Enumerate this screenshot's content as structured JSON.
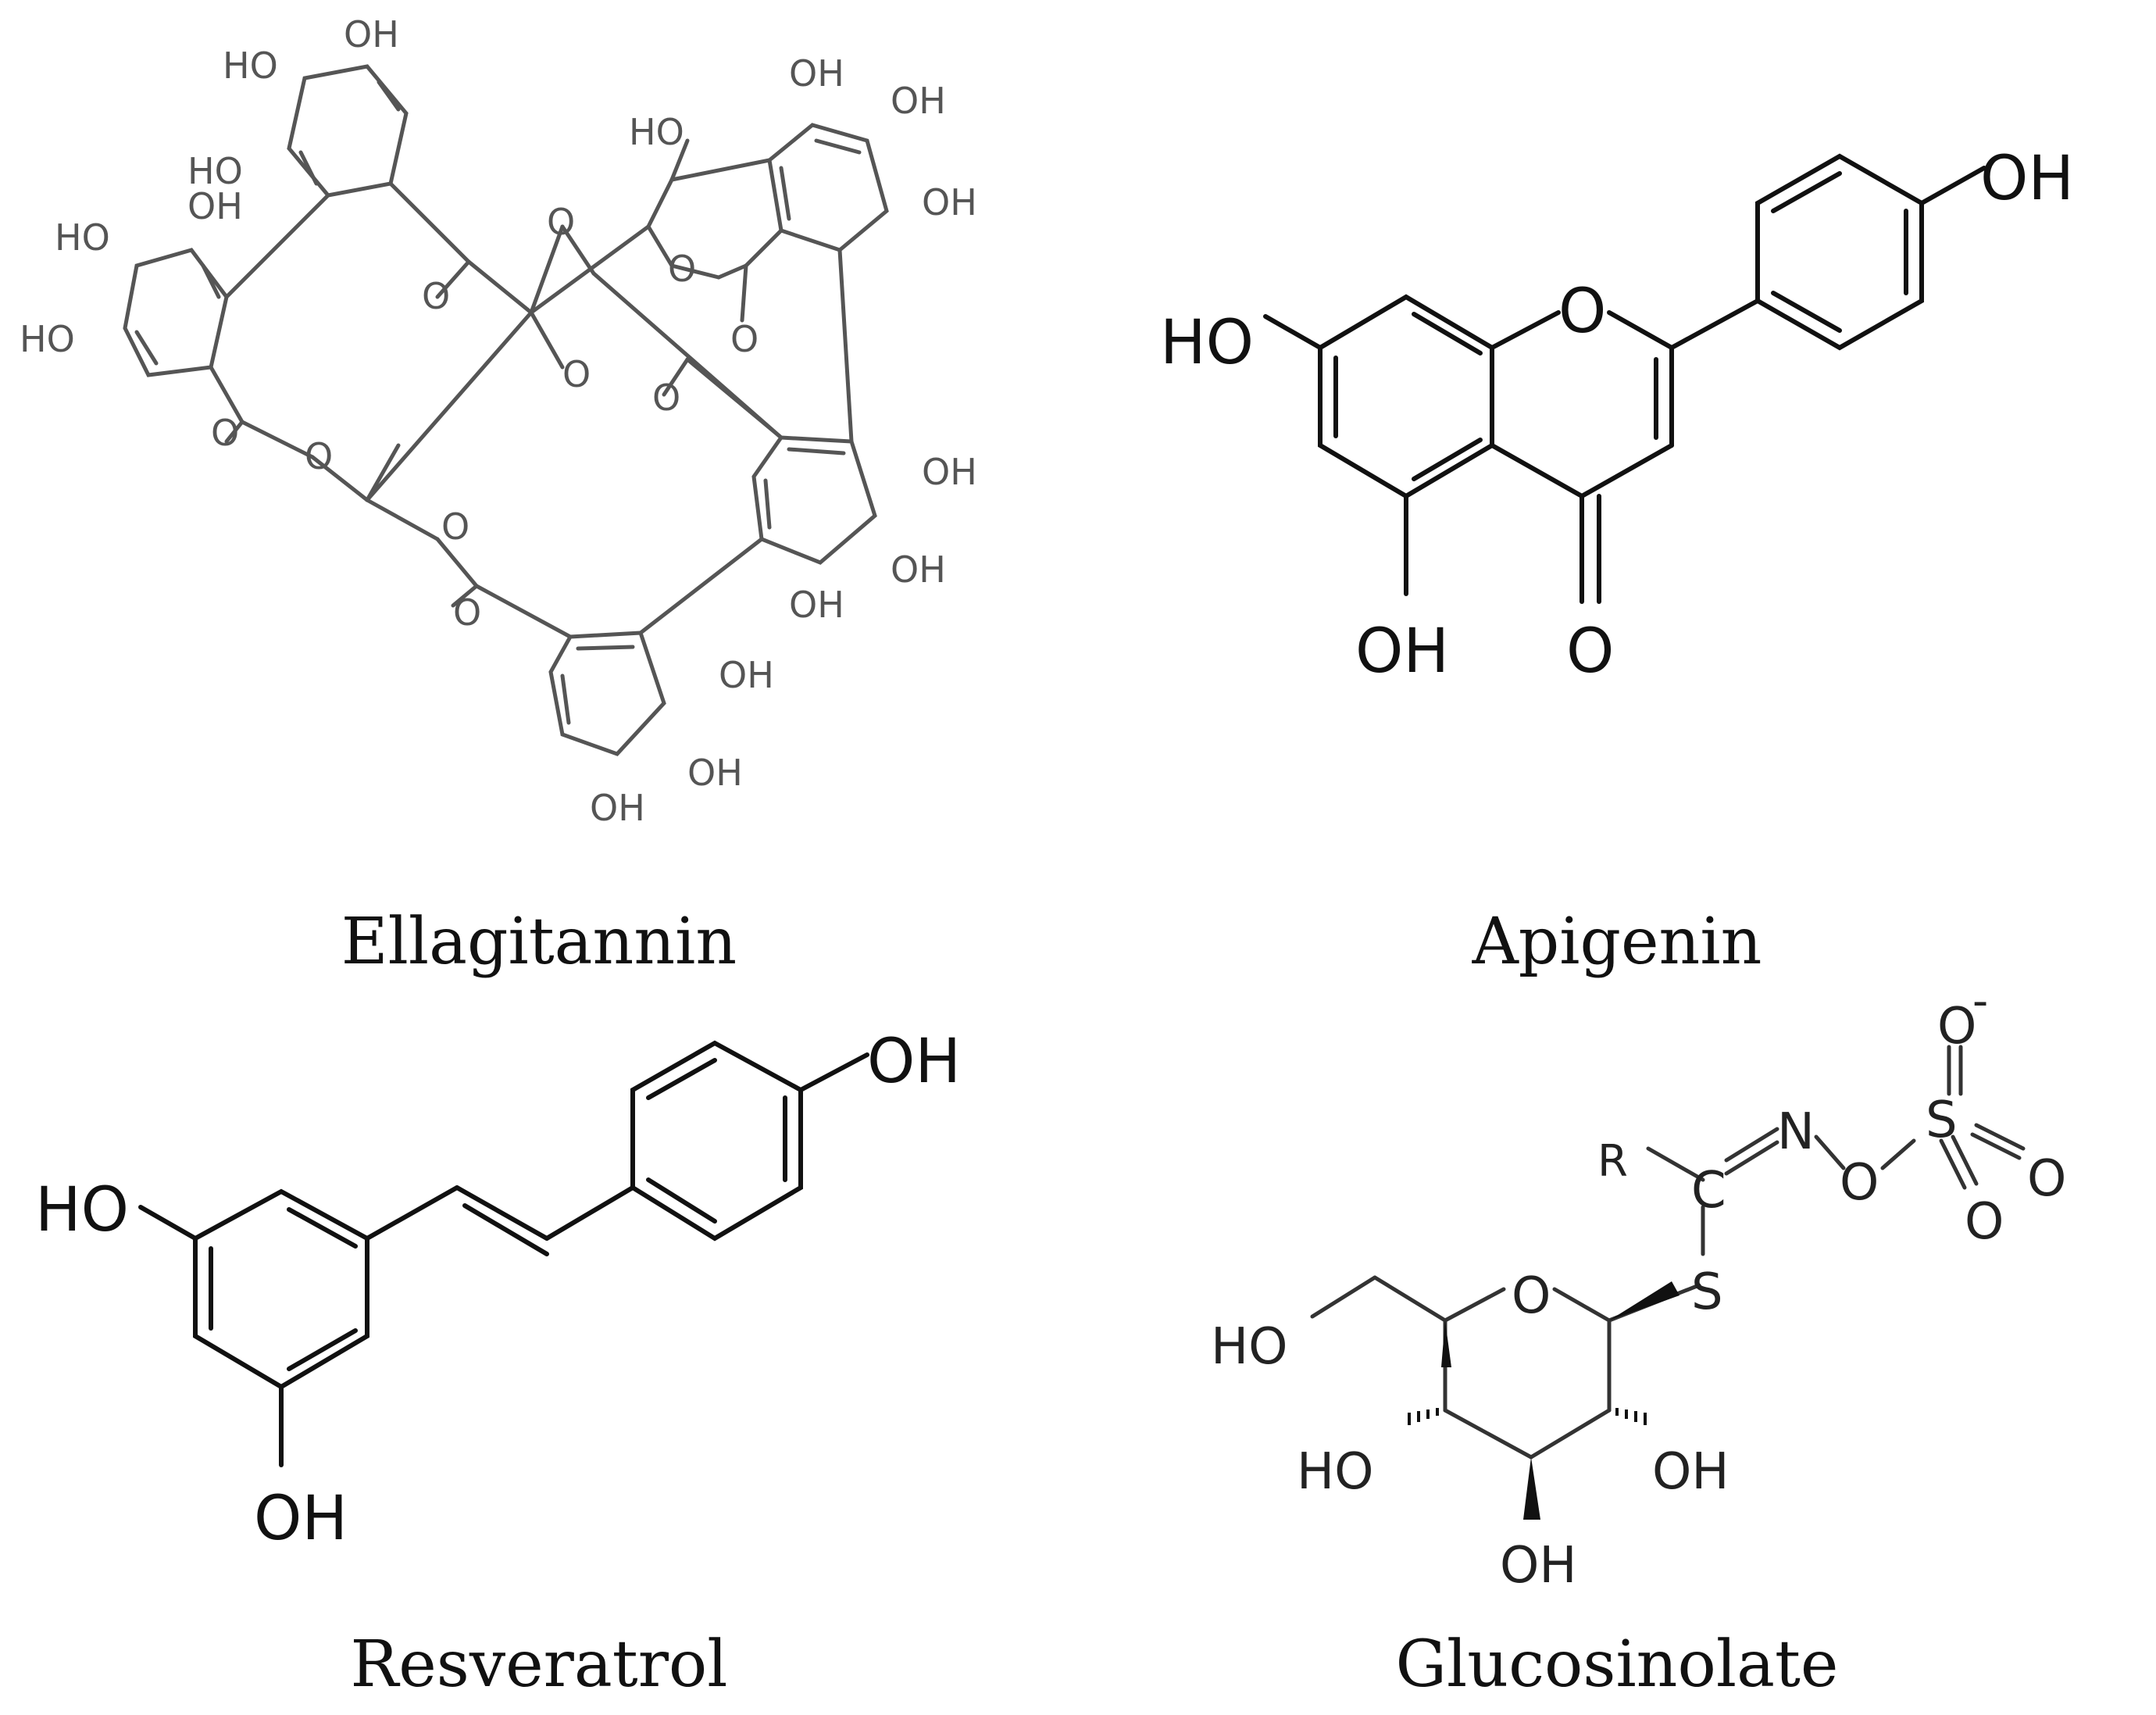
{
  "figure": {
    "colors": {
      "ink": "#111111",
      "ink_light": "#555555",
      "background": "#ffffff"
    },
    "panels": [
      {
        "id": "ellagitannin",
        "caption": "Ellagitannin"
      },
      {
        "id": "apigenin",
        "caption": "Apigenin"
      },
      {
        "id": "resveratrol",
        "caption": "Resveratrol"
      },
      {
        "id": "glucosinolate",
        "caption": "Glucosinolate"
      }
    ],
    "atom_labels": {
      "hydroxyl": "OH",
      "hydroxyl_left": "HO",
      "oxygen": "O",
      "nitrogen": "N",
      "carbon": "C",
      "sulfur": "S",
      "r_group": "R",
      "negative_charge": "-"
    }
  }
}
